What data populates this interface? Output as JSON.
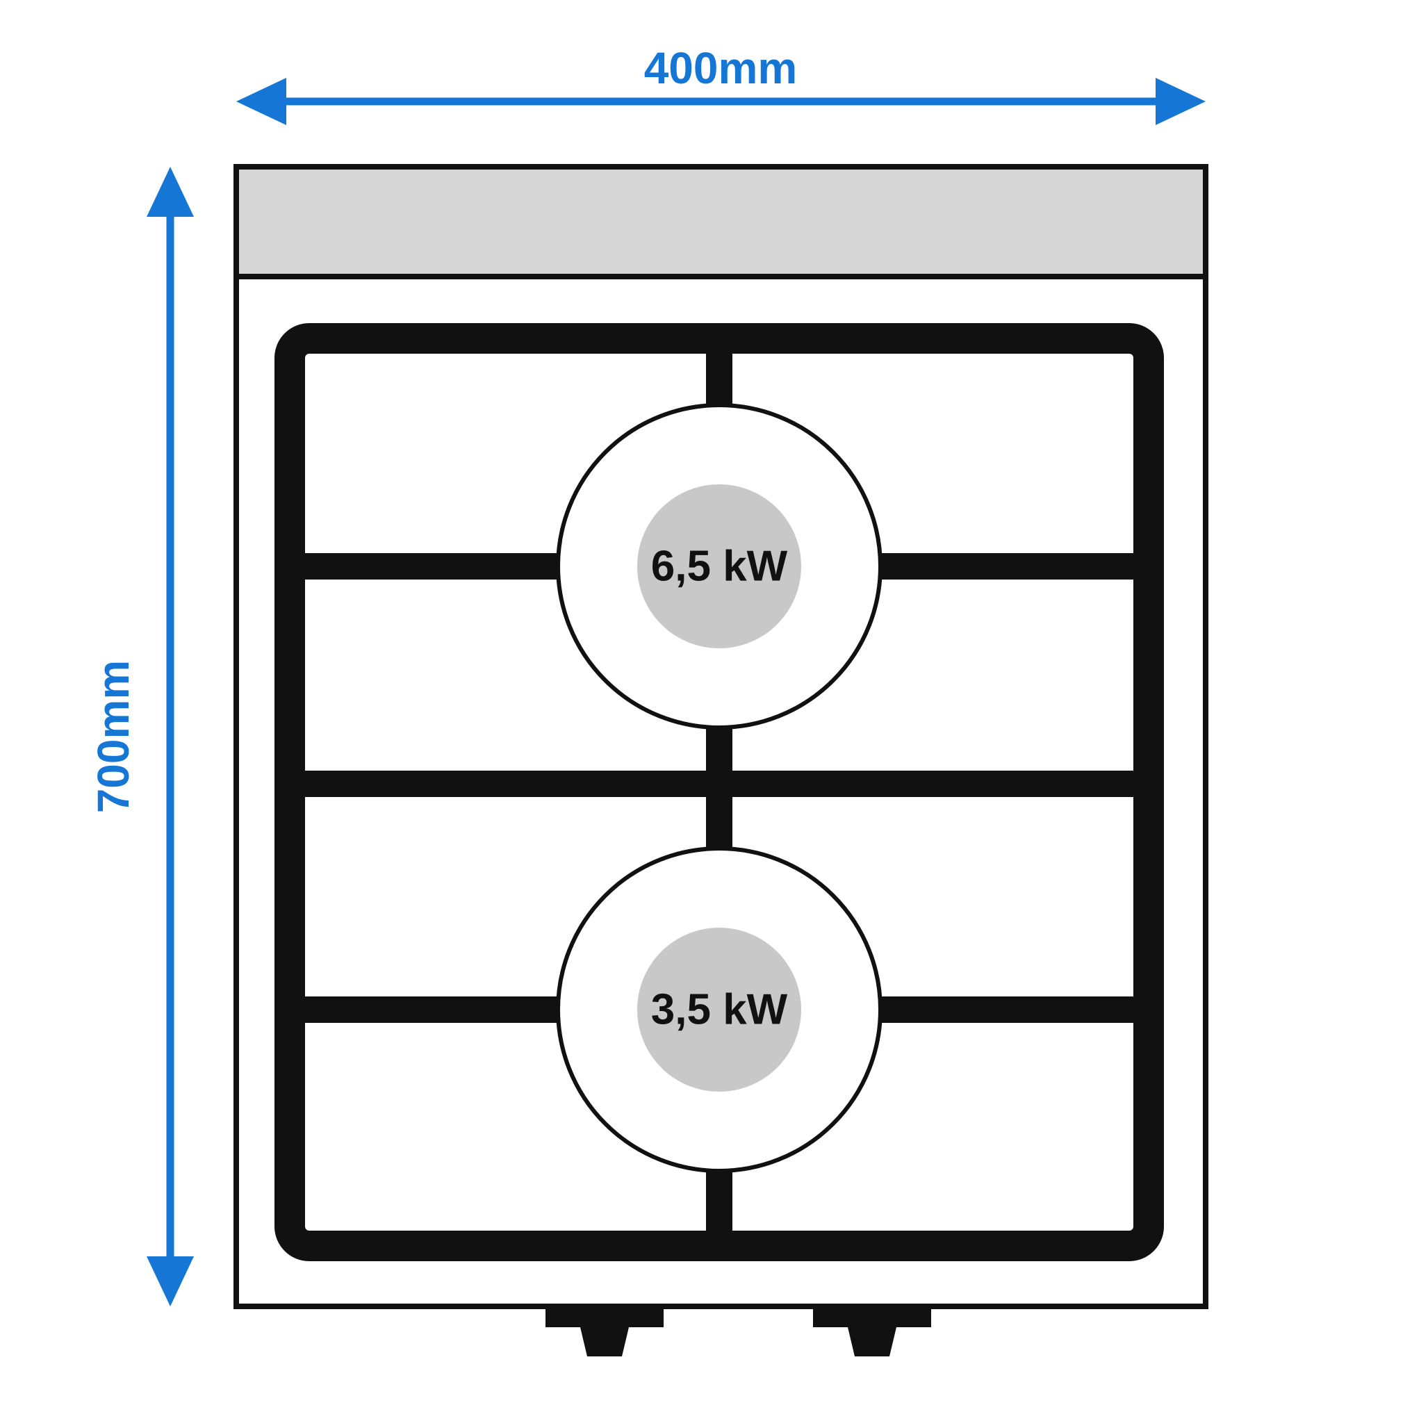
{
  "diagram": {
    "type": "stove-top-dimension-drawing",
    "dimension_width": {
      "label": "400mm"
    },
    "dimension_height": {
      "label": "700mm"
    },
    "burners": [
      {
        "id": "top",
        "power_label": "6,5 kW"
      },
      {
        "id": "bottom",
        "power_label": "3,5 kW"
      }
    ],
    "colors": {
      "accent_blue": "#1576d6",
      "panel_gray": "#d6d6d6",
      "burner_gray": "#c8c8c8",
      "line_black": "#111111",
      "background": "#ffffff"
    }
  }
}
